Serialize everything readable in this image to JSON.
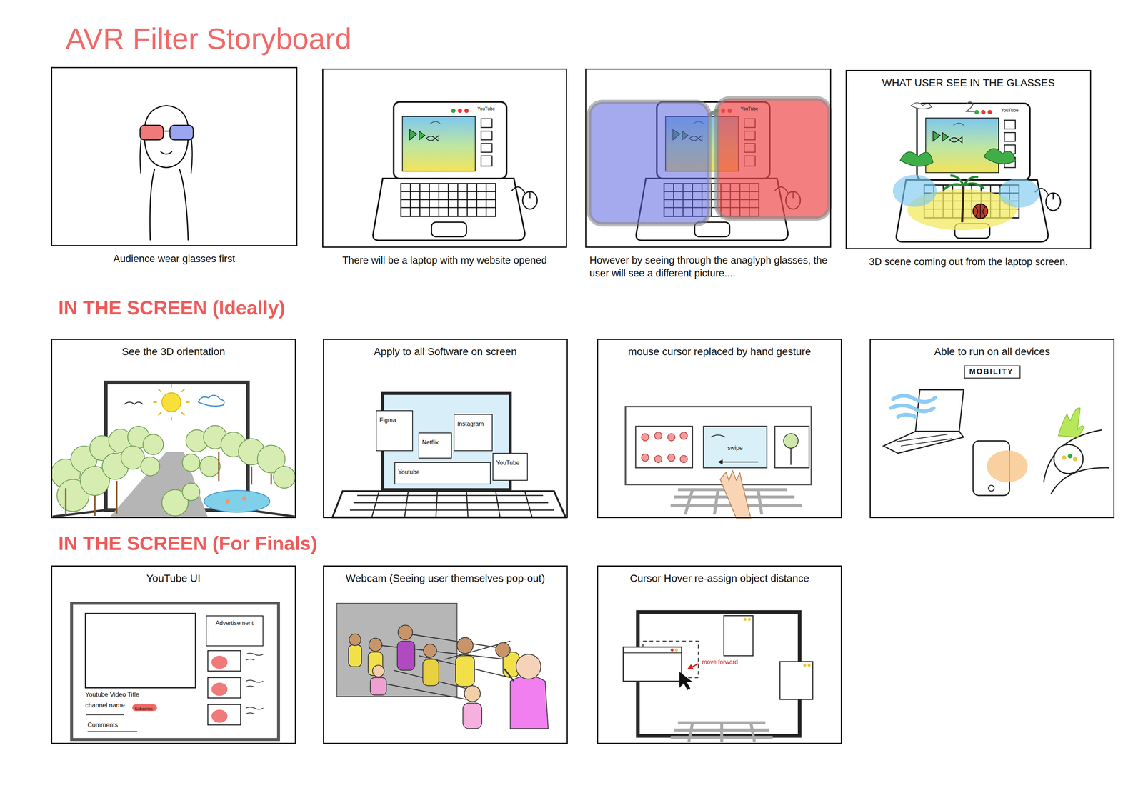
{
  "diagram": {
    "title": "AVR Filter Storyboard",
    "nodes": [
      {
        "text": [
          "Audience wear glasses first"
        ]
      },
      {
        "text": [
          "There will be a laptop with my website opened"
        ]
      },
      {
        "text": [
          "However by seeing through the anaglyph glasses, the user will see a different picture...."
        ]
      },
      {
        "text": [
          "WHAT USER SEE IN THE GLASSES",
          "3D scene coming out from the laptop screen."
        ]
      },
      {
        "text": [
          "See the 3D orientation"
        ]
      },
      {
        "text": [
          "Apply to all Software on screen"
        ]
      },
      {
        "text": [
          "Figma"
        ],
        "in": 5
      },
      {
        "text": [
          "Instagram"
        ],
        "in": 5
      },
      {
        "text": [
          "Netflix"
        ],
        "in": 5
      },
      {
        "text": [
          "Youtube"
        ],
        "in": 5
      },
      {
        "text": [
          "YouTube"
        ],
        "in": 5
      },
      {
        "text": [
          "mouse cursor replaced by hand gesture"
        ]
      },
      {
        "text": [
          "Able to run on all devices"
        ]
      },
      {
        "text": [
          "MOBILITY"
        ],
        "in": 12
      },
      {
        "text": [
          "YouTube UI"
        ]
      },
      {
        "text": [
          "Advertisement"
        ],
        "in": 14
      },
      {
        "text": [
          "Subscribe"
        ],
        "in": 14
      },
      {
        "text": [
          "Webcam (Seeing user themselves pop-out)"
        ]
      },
      {
        "text": [
          "Cursor Hover re-assign object distance"
        ]
      }
    ],
    "labels": [
      "IN THE SCREEN (Ideally)",
      "IN THE SCREEN (For Finals)",
      "YouTube",
      "YouTube",
      "YouTube",
      "swipe",
      "Youtube Video Title",
      "channel name",
      "Comments",
      "move forward"
    ]
  }
}
